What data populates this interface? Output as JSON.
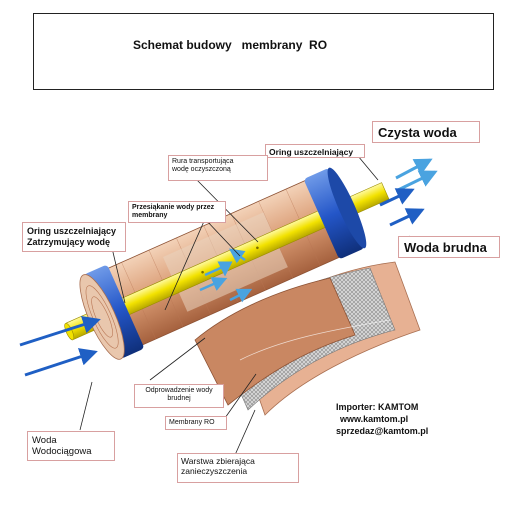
{
  "title": "Schemat budowy   membrany  RO",
  "labels": {
    "czysta_woda": "Czysta woda",
    "oring_top": "Oring uszczelniający",
    "rura_line1": "Rura  transportująca",
    "rura_line2": "wodę oczyszczoną",
    "przesiakanie_line1": "Przesiąkanie wody przez",
    "przesiakanie_line2": "membrany",
    "oring_left_line1": "Oring uszczelniający",
    "oring_left_line2": "Zatrzymujący wodę",
    "woda_brudna": "Woda brudna",
    "odprowadzenie_line1": "Odprowadzenie wody",
    "odprowadzenie_line2": "brudnej",
    "membrany_ro": "Membrany RO",
    "woda_line1": "Woda",
    "woda_line2": "Wodociągowa",
    "warstwa_line1": "Warstwa zbierająca",
    "warstwa_line2": "zanieczyszczenia"
  },
  "importer": {
    "line1": "Importer: KAMTOM",
    "line2": "www.kamtom.pl",
    "line3": "sprzedaz@kamtom.pl"
  },
  "colors": {
    "blue_seal": "#2456c8",
    "yellow_tube": "#f2e200",
    "membrane_copper": "#d99a72",
    "arrow_blue": "#1f5fc4",
    "arrow_light": "#4aa3e0",
    "label_border": "#d8a0a0"
  }
}
